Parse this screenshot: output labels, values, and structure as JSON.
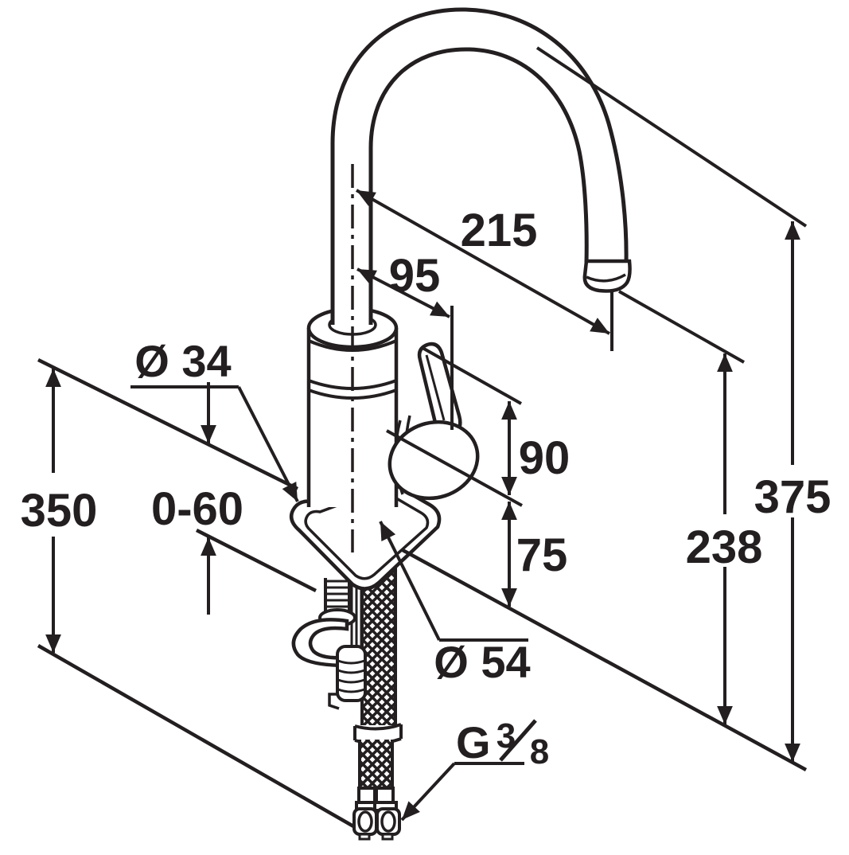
{
  "meta": {
    "subject": "kitchen-faucet-dimension-drawing",
    "units": "mm"
  },
  "colors": {
    "ink": "#231f20",
    "background": "#ffffff"
  },
  "dims": {
    "reach": "215",
    "handle_offset": "95",
    "shank_diameter": "Ø 34",
    "deck_thickness": "0-60",
    "hose_length": "350",
    "lever_height": "90",
    "body_height": "75",
    "total_height": "375",
    "outlet_height": "238",
    "base_diameter": "Ø 54",
    "thread_prefix": "G",
    "thread_numerator": "3",
    "thread_denominator": "8"
  }
}
